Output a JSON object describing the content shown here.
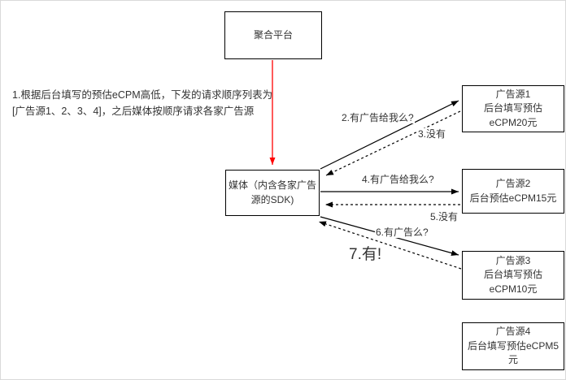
{
  "note": "1.根据后台填写的预估eCPM高低，下发的请求顺序列表为\n[广告源1、2、3、4]，之后媒体按顺序请求各家广告源",
  "nodes": {
    "platform": {
      "label": "聚合平台"
    },
    "media": {
      "label": "媒体（内含各家广告\n源的SDK)"
    },
    "source1": {
      "label": "广告源1\n后台填写预估\neCPM20元"
    },
    "source2": {
      "label": "广告源2\n后台预估eCPM15元"
    },
    "source3": {
      "label": "广告源3\n后台填写预估\neCPM10元"
    },
    "source4": {
      "label": "广告源4\n后台填写预估eCPM5\n元"
    }
  },
  "edges": {
    "request1": {
      "label": "2.有广告给我么?",
      "style": "solid"
    },
    "reply1": {
      "label": "3.没有",
      "style": "dashed"
    },
    "request2": {
      "label": "4.有广告给我么?",
      "style": "solid"
    },
    "reply2": {
      "label": "5.没有",
      "style": "dashed"
    },
    "request3": {
      "label": "6.有广告么?",
      "style": "solid"
    },
    "reply3": {
      "label": "7.有!",
      "style": "dashed"
    }
  },
  "colors": {
    "line": "#000000",
    "dispatch_arrow": "#ff0000",
    "text": "#333333",
    "node_border": "#000000",
    "background": "#ffffff"
  }
}
